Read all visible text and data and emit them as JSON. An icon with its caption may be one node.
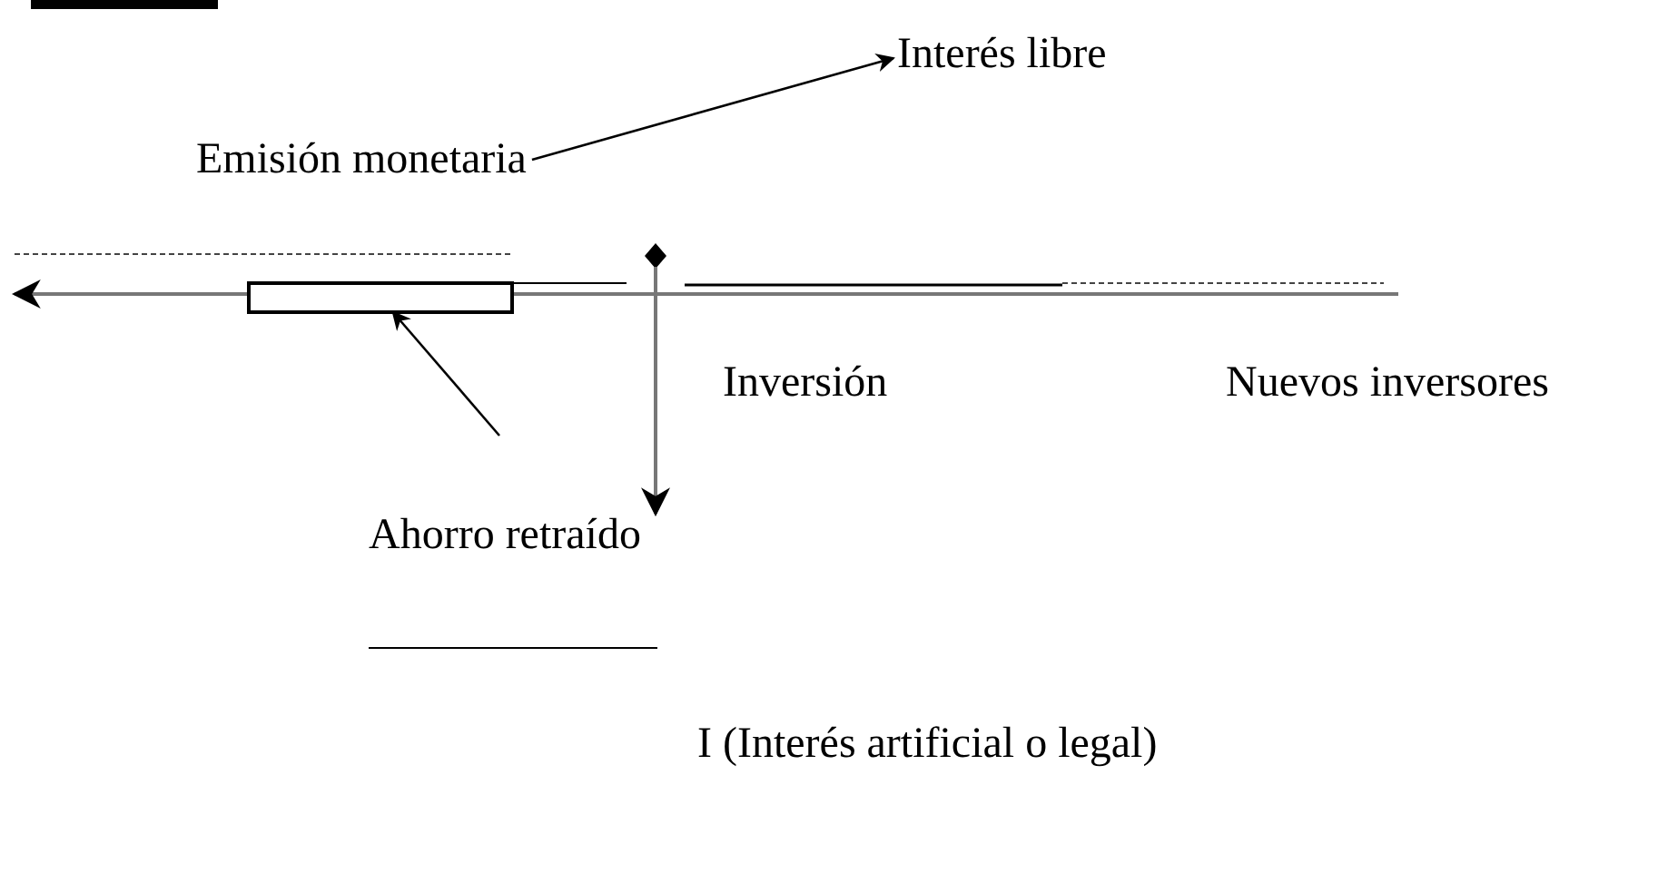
{
  "diagram": {
    "nodes": [
      {
        "text": [
          "Interés libre"
        ]
      },
      {
        "text": [
          "Emisión monetaria"
        ]
      },
      {
        "text": [],
        "shape": "bar"
      },
      {
        "text": [
          "Inversión"
        ]
      },
      {
        "text": [
          "Nuevos inversores"
        ]
      },
      {
        "text": [
          "Ahorro retraído"
        ]
      },
      {
        "text": [
          "I (Interés artificial o legal)"
        ]
      }
    ],
    "edges": [
      {
        "from": 1,
        "to": 0,
        "arrow": "to"
      },
      {
        "from": null,
        "to": 2,
        "arrow": "to"
      }
    ]
  }
}
